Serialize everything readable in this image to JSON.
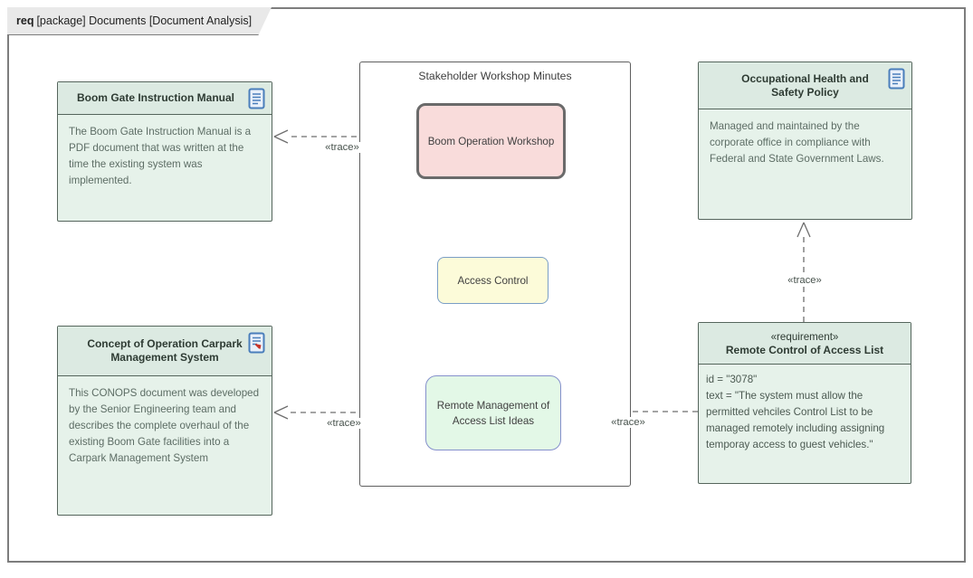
{
  "frame": {
    "label_bold": "req",
    "label_rest": "[package] Documents [Document Analysis]"
  },
  "container": {
    "title": "Stakeholder Workshop Minutes"
  },
  "nodes": {
    "boom_gate_manual": {
      "title": "Boom Gate Instruction Manual",
      "body": "The Boom Gate Instruction Manual is a PDF document that was written at the time the existing system was implemented.",
      "icon": "document-icon"
    },
    "conops": {
      "title": "Concept of Operation Carpark Management System",
      "body": "This CONOPS document was developed by the Senior Engineering team and describes the complete overhaul of the existing Boom Gate facilities into a Carpark Management System",
      "icon": "document-export-icon"
    },
    "ohs_policy": {
      "title": "Occupational Health and Safety Policy",
      "body": "Managed and maintained by the corporate office in compliance with Federal and State Government Laws.",
      "icon": "document-icon"
    },
    "requirement": {
      "stereotype": "«requirement»",
      "title": "Remote Control of Access List",
      "body_line1": "id = \"3078\"",
      "body_line2": "text = \"The system must allow the permitted vehciles Control List to be managed remotely including assigning temporay access to guest vehicles.\""
    },
    "boom_operation_workshop": {
      "label": "Boom Operation Workshop"
    },
    "access_control": {
      "label": "Access Control"
    },
    "remote_management": {
      "label": "Remote Management of Access List Ideas"
    }
  },
  "labels": {
    "trace": "«trace»"
  },
  "colors": {
    "frame_border": "#7d7d7d",
    "tab_fill": "#e9e9e9",
    "doc_header_fill": "#dceae2",
    "doc_body_fill": "#e6f2ea",
    "doc_border": "#55655c",
    "workshop_pink": "#f9dcdb",
    "workshop_border": "#6a6a6a",
    "access_yellow": "#fcfbd9",
    "access_border": "#7a9ec6",
    "remote_green": "#e3f8e7",
    "remote_border": "#8590cc",
    "connector_gray": "#6e6e6e",
    "doc_icon_blue": "#4a7ebb",
    "doc_icon_red": "#c8342a"
  }
}
